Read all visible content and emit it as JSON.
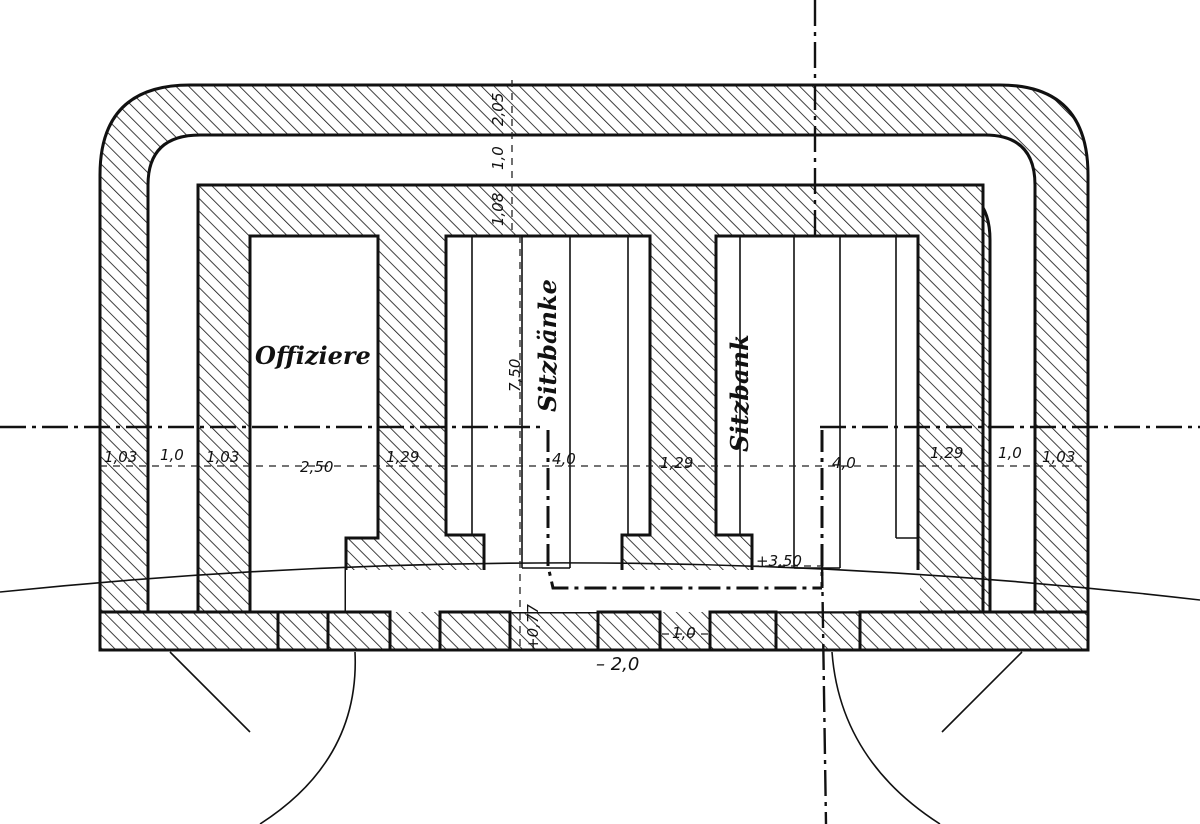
{
  "labels": {
    "offiziere": "Offiziere",
    "sitzbaenke": "Sitzbänke",
    "sitzbank": "Sitzbank"
  },
  "dimensions": {
    "d_103_left": "1,03",
    "d_10_left": "1,0",
    "d_103_left2": "1,03",
    "d_250": "2,50",
    "d_129_left": "1,29",
    "d_40_left": "4,0",
    "d_129_mid": "1,29",
    "d_40_right": "4,0",
    "d_129_right": "1,29",
    "d_10_right": "1,0",
    "d_103_right": "1,03",
    "d_205": "2,05",
    "d_10_top": "1,0",
    "d_108": "1,08",
    "d_750": "7,50",
    "d_350": "+3,50",
    "d_077": "+0,77",
    "d_10_bottom": "1,0",
    "d_20_bottom": "– 2,0"
  },
  "colors": {
    "ink": "#111111",
    "paper": "#ffffff"
  }
}
